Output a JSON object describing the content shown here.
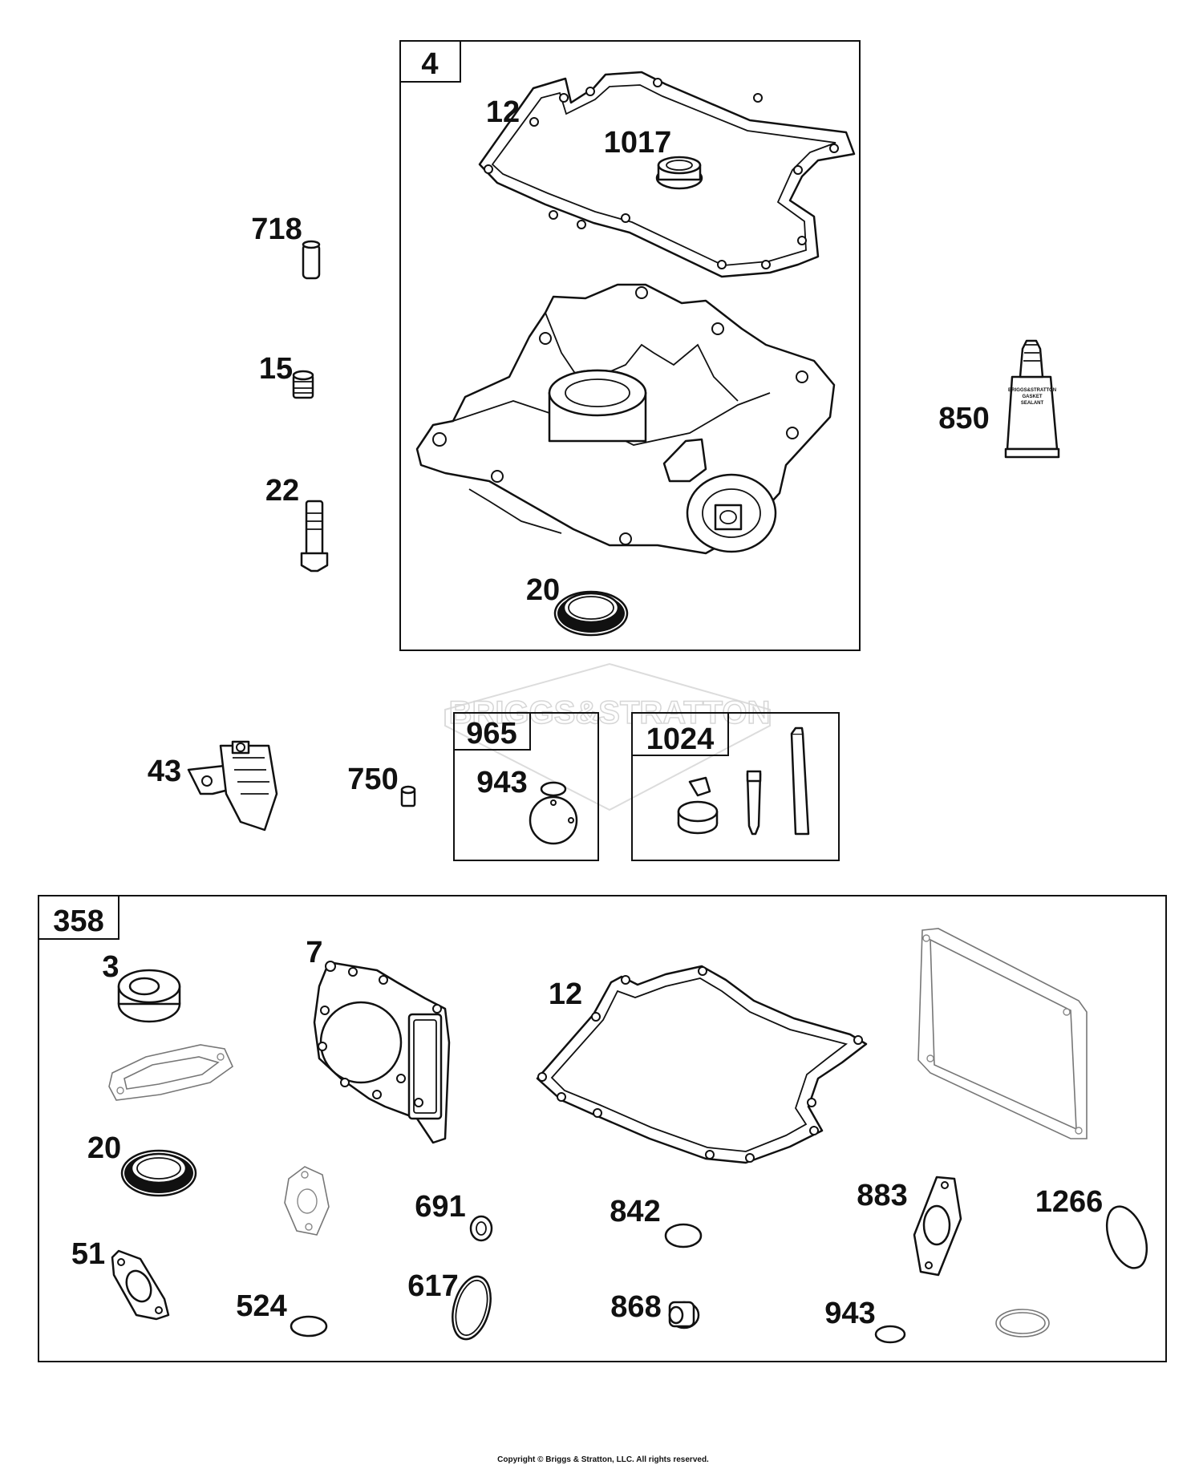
{
  "copyright": "Copyright © Briggs & Stratton, LLC. All rights reserved.",
  "watermark": "BRIGGS&STRATTON",
  "groups": {
    "kit_4": "4",
    "kit_965": "965",
    "kit_1024": "1024",
    "kit_358": "358"
  },
  "labels": {
    "p718": "718",
    "p15": "15",
    "p22": "22",
    "p12_top": "12",
    "p1017": "1017",
    "p20_top": "20",
    "p850": "850",
    "p43": "43",
    "p750": "750",
    "p943_kit": "943",
    "p3": "3",
    "p7": "7",
    "p12_kit": "12",
    "p20_kit": "20",
    "p691": "691",
    "p842": "842",
    "p883": "883",
    "p1266": "1266",
    "p51": "51",
    "p524": "524",
    "p617": "617",
    "p868": "868",
    "p943_kit358": "943"
  },
  "sealant_tube_text": [
    "BRIGGS&STRATTON",
    "GASKET",
    "SEALANT"
  ]
}
